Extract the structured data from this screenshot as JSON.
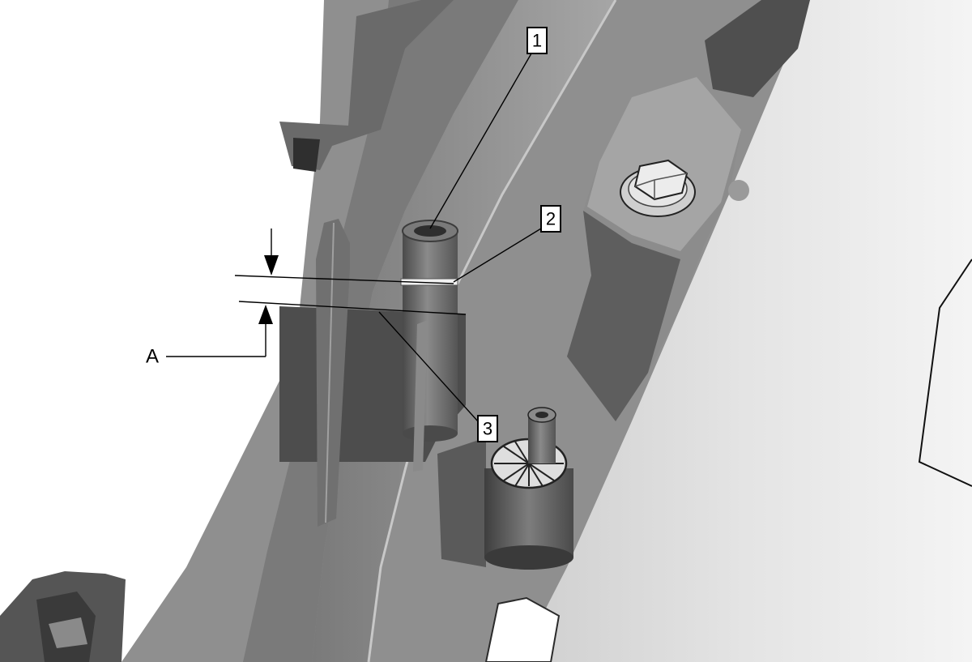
{
  "callouts": [
    {
      "id": "callout-1",
      "label": "1"
    },
    {
      "id": "callout-2",
      "label": "2"
    },
    {
      "id": "callout-3",
      "label": "3"
    }
  ],
  "dimension": {
    "label": "A"
  },
  "colors": {
    "background": "#ffffff",
    "panel_dark": "#6f6f6f",
    "panel_mid": "#8e8e8e",
    "panel_light": "#b4b4b4",
    "panel_pale": "#d6d6d6",
    "line": "#000000"
  }
}
